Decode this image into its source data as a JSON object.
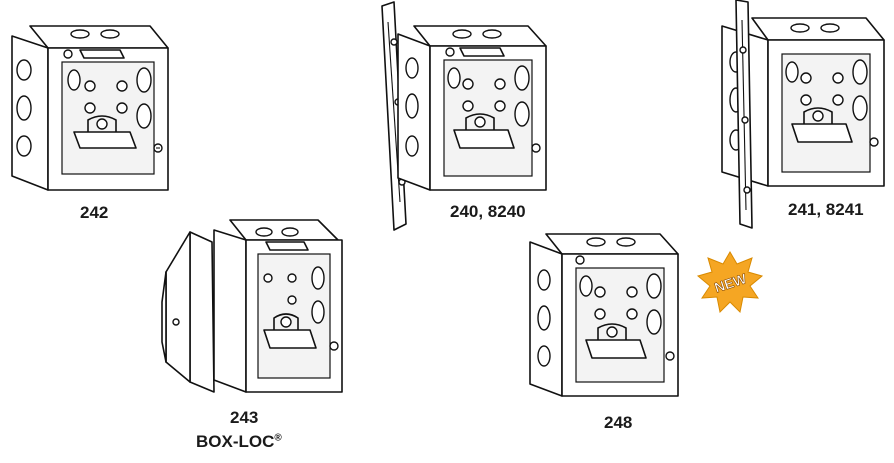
{
  "products": [
    {
      "id": "242",
      "label": "242"
    },
    {
      "id": "240",
      "label": "240, 8240"
    },
    {
      "id": "241",
      "label": "241, 8241"
    },
    {
      "id": "243",
      "label": "243",
      "sublabel": "BOX-LOC",
      "sublabel_mark": "®"
    },
    {
      "id": "248",
      "label": "248",
      "badge": "NEW",
      "badge_color": "#f5a623"
    }
  ],
  "icons": [
    "box-illustration",
    "bracket-illustration",
    "new-burst-icon"
  ]
}
